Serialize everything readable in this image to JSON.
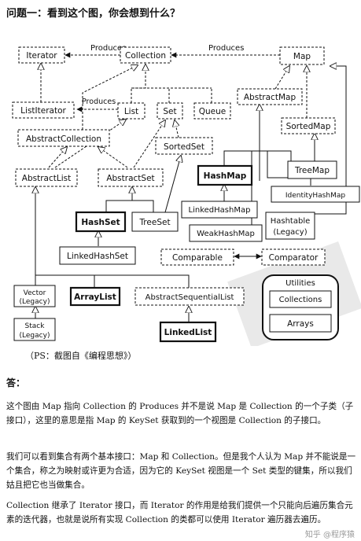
{
  "question": "问题一：看到这个图，你会想到什么？",
  "diagram": {
    "nodes": {
      "iterator": "Iterator",
      "collection": "Collection",
      "map": "Map",
      "list_iterator": "ListIterator",
      "list": "List",
      "set": "Set",
      "queue": "Queue",
      "abstract_map": "AbstractMap",
      "abstract_collection": "AbstractCollection",
      "sorted_set": "SortedSet",
      "sorted_map": "SortedMap",
      "abstract_list": "AbstractList",
      "abstract_set": "AbstractSet",
      "hash_map": "HashMap",
      "tree_map": "TreeMap",
      "identity_hash_map": "IdentityHashMap",
      "linked_hash_map": "LinkedHashMap",
      "hash_set": "HashSet",
      "tree_set": "TreeSet",
      "hashtable": "Hashtable",
      "legacy": "(Legacy)",
      "weak_hash_map": "WeakHashMap",
      "linked_hash_set": "LinkedHashSet",
      "comparable": "Comparable",
      "comparator": "Comparator",
      "utilities": "Utilities",
      "collections": "Collections",
      "arrays": "Arrays",
      "vector": "Vector",
      "array_list": "ArrayList",
      "abstract_sequential_list": "AbstractSequentialList",
      "stack": "Stack",
      "linked_list": "LinkedList"
    },
    "edge_labels": {
      "produces": "Produces"
    }
  },
  "caption": "（PS：截图自《编程思想》）",
  "answer_label": "答：",
  "paragraphs": [
    "这个图由 Map 指向 Collection 的 Produces 并不是说 Map 是 Collection 的一个子类（子接口），这里的意思是指 Map 的 KeySet 获取到的一个视图是 Collection 的子接口。",
    "我们可以看到集合有两个基本接口：Map 和 Collection。但是我个人认为 Map 并不能说是一个集合，称之为映射或许更为合适，因为它的 KeySet 视图是一个 Set 类型的键集，所以我们姑且把它也当做集合。",
    "Collection 继承了 Iterator 接口，而 Iterator 的作用是给我们提供一个只能向后遍历集合元素的迭代器，也就是说所有实现 Collection 的类都可以使用 Iterator 遍历器去遍历。"
  ],
  "watermark": "知乎 @程序猿"
}
